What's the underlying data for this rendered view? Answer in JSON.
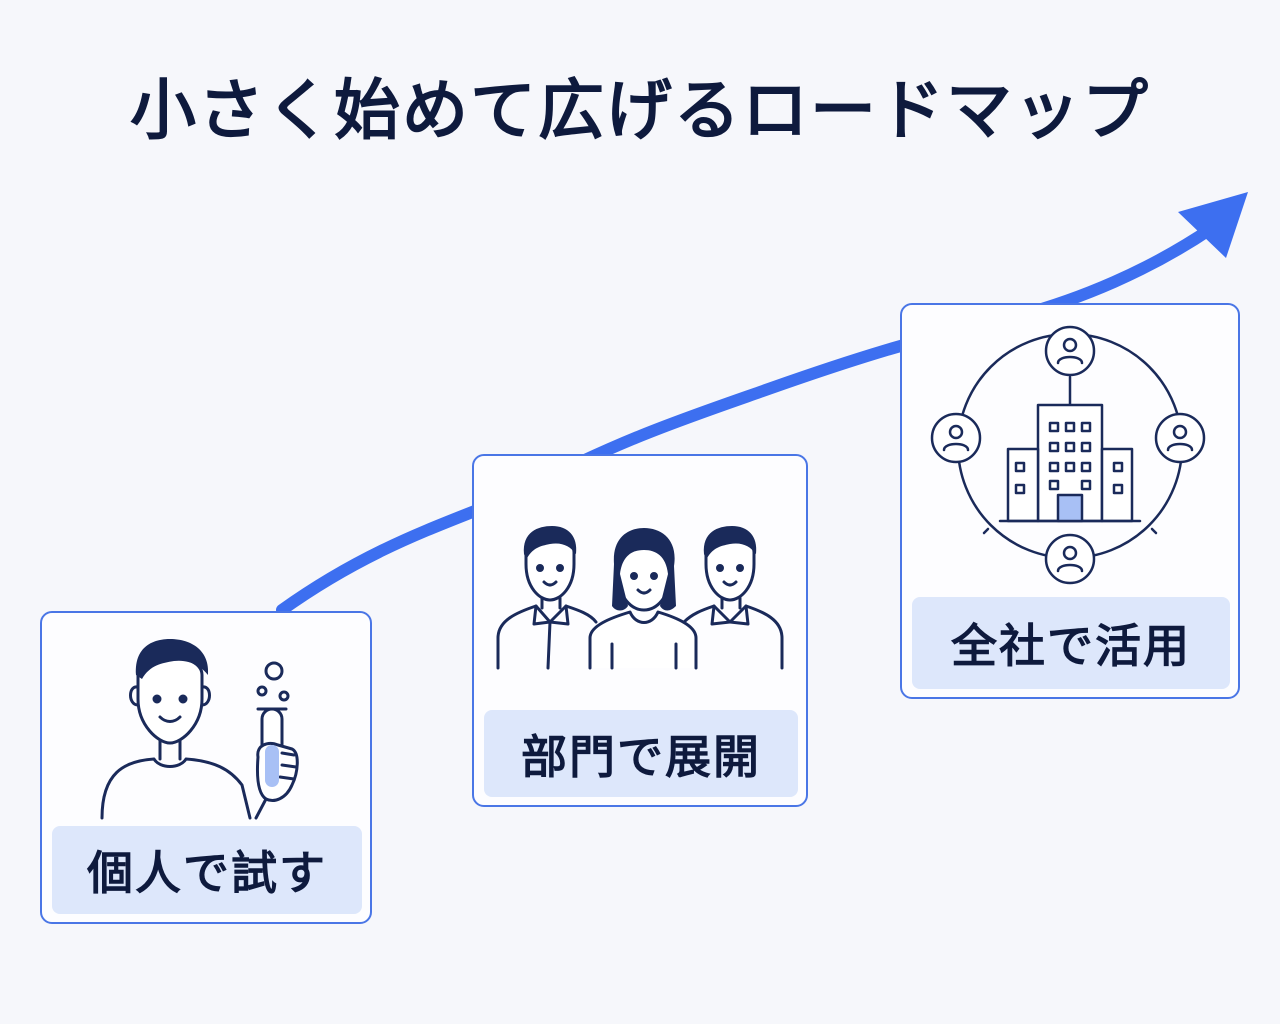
{
  "title": "小さく始めて広げるロードマップ",
  "stages": [
    {
      "label": "個人で試す",
      "icon": "person-with-test-tube-icon"
    },
    {
      "label": "部門で展開",
      "icon": "team-of-three-icon"
    },
    {
      "label": "全社で活用",
      "icon": "company-building-network-icon"
    }
  ],
  "colors": {
    "accent": "#3d6ff0",
    "card_border": "#4a76e6",
    "label_bg": "#dde7fb",
    "ink": "#1a2a5a",
    "title": "#0e1a3d",
    "background": "#f6f7fb"
  }
}
